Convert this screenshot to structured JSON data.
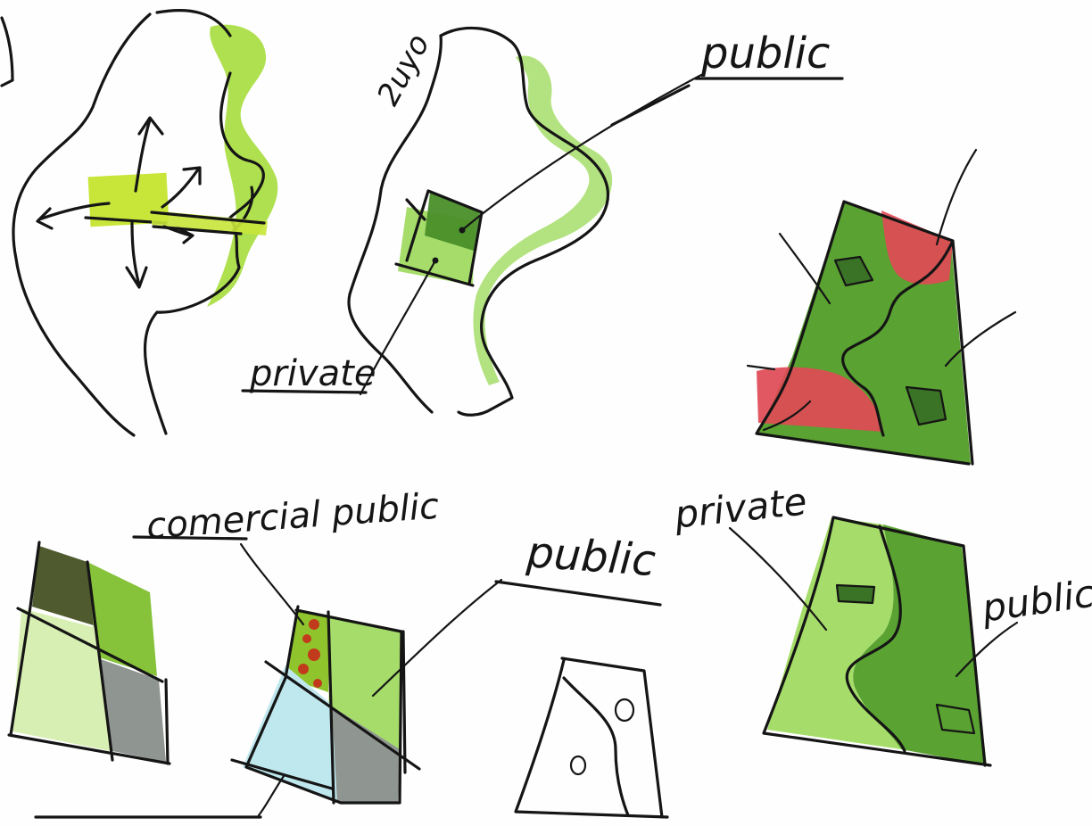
{
  "labels": {
    "top_public": "public",
    "top_private": "private",
    "scribble_2uyo": "2uyo",
    "mid_private": "private",
    "mid_public": "public",
    "bottom_comercial_public": "comercial public",
    "bottom_public": "public"
  },
  "colors": {
    "lime": "#c8e63a",
    "light_green": "#a6dd6a",
    "green": "#6cbf3a",
    "dark_green": "#4a8e2a",
    "olive_dark": "#4f5a2e",
    "pale_green": "#d8efb4",
    "red_pink": "#e04a55",
    "red_dot": "#c23a1c",
    "light_blue": "#bfe7ee",
    "gray": "#8f9590",
    "ink": "#151515"
  }
}
